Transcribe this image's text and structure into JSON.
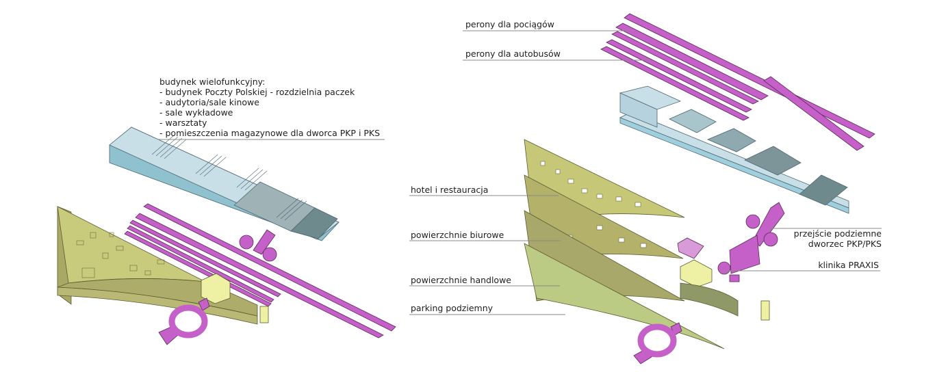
{
  "left_diagram": {
    "label_title": "budynek wielofunkcyjny:",
    "label_items": [
      "- budynek Poczty Polskiej - rozdzielnia paczek",
      "- audytoria/sale kinowe",
      "- sale wykładowe",
      "- warsztaty",
      "- pomieszczenia magazynowe dla dworca PKP i PKS"
    ]
  },
  "right_diagram": {
    "labels": {
      "train_platforms": "perony dla pociągów",
      "bus_platforms": "perony dla autobusów",
      "hotel": "hotel i restauracja",
      "offices": "powierzchnie biurowe",
      "retail": "powierzchnie handlowe",
      "parking": "parking podziemny",
      "underpass_line1": "przejście podziemne",
      "underpass_line2": "dworzec PKP/PKS",
      "clinic": "klinika PRAXIS"
    }
  },
  "colors": {
    "platform_magenta": "#c560c8",
    "hotel_green": "#c6c878",
    "office_green": "#aeac6a",
    "parking_green": "#bccb84",
    "building_light_blue": "#c4dbe6",
    "building_dark": "#6f8a8c",
    "clinic_yellow": "#eef0a4"
  }
}
